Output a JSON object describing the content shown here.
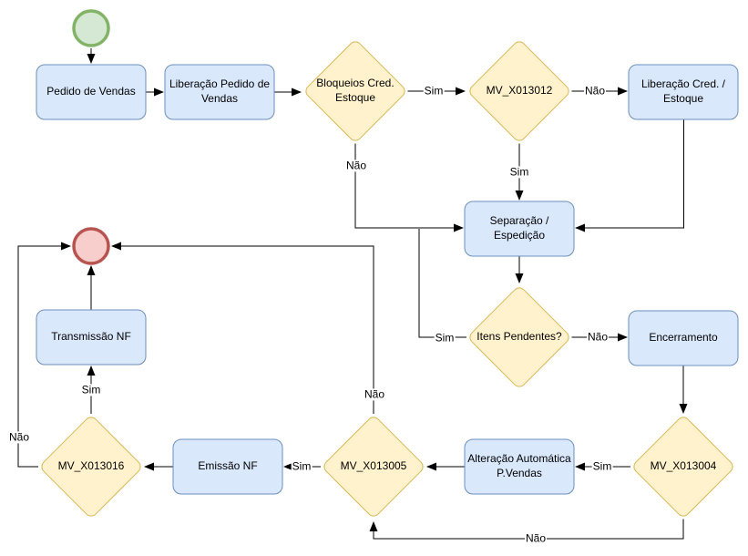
{
  "diagram": {
    "type": "flowchart",
    "language": "pt-BR",
    "nodes": {
      "start": {
        "shape": "start-circle"
      },
      "pedido_vendas": {
        "shape": "process",
        "label": "Pedido de Vendas"
      },
      "liberacao_pedido": {
        "shape": "process",
        "label": "Liberação Pedido de Vendas"
      },
      "bloqueios": {
        "shape": "decision",
        "label": "Bloqueios Cred. Estoque"
      },
      "mv_x013012": {
        "shape": "decision",
        "label": "MV_X013012"
      },
      "liberacao_cred": {
        "shape": "process",
        "label": "Liberação Cred. / Estoque"
      },
      "separacao": {
        "shape": "process",
        "label": "Separação / Espedição"
      },
      "itens_pendentes": {
        "shape": "decision",
        "label": "Itens Pendentes?"
      },
      "encerramento": {
        "shape": "process",
        "label": "Encerramento"
      },
      "mv_x013004": {
        "shape": "decision",
        "label": "MV_X013004"
      },
      "alteracao": {
        "shape": "process",
        "label": "Alteração Automática P.Vendas"
      },
      "mv_x013005": {
        "shape": "decision",
        "label": "MV_X013005"
      },
      "emissao_nf": {
        "shape": "process",
        "label": "Emissão NF"
      },
      "mv_x013016": {
        "shape": "decision",
        "label": "MV_X013016"
      },
      "transmissao_nf": {
        "shape": "process",
        "label": "Transmissão NF"
      },
      "end": {
        "shape": "end-circle"
      }
    },
    "edge_labels": {
      "sim_bloqueios_mv12": "Sim",
      "nao_mv12_liberacao": "Não",
      "nao_bloqueios_separacao": "Não",
      "sim_mv12_separacao": "Sim",
      "sim_itens_separacao": "Sim",
      "nao_itens_encerramento": "Não",
      "sim_mv04_alteracao": "Sim",
      "sim_mv05_emissao": "Sim",
      "sim_mv16_transmissao": "Sim",
      "nao_mv05_end": "Não",
      "nao_mv16_end": "Não",
      "nao_mv04_mv05": "Não"
    },
    "colors": {
      "process_fill": "#dae8fc",
      "process_border": "#6c8ebf",
      "decision_fill": "#fff2cc",
      "decision_border": "#d6b656",
      "start_fill": "#d5e8d4",
      "start_border": "#82b366",
      "end_fill": "#f8cecc",
      "end_border": "#b85450",
      "edge_line": "#000000",
      "text": "#000000"
    }
  }
}
